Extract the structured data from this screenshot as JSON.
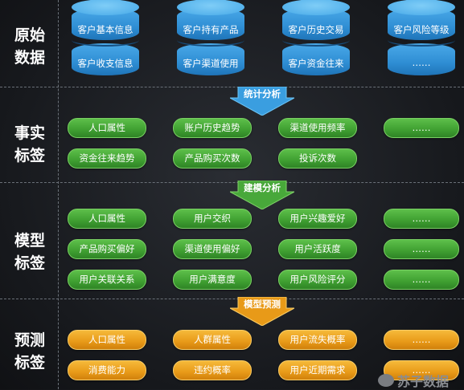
{
  "sections": {
    "raw": "原始\n数据",
    "fact": "事实\n标签",
    "model": "模型\n标签",
    "predict": "预测\n标签"
  },
  "databases": [
    {
      "top": "客户基本信息",
      "bottom": "客户收支信息"
    },
    {
      "top": "客户持有产品",
      "bottom": "客户渠道使用"
    },
    {
      "top": "客户历史交易",
      "bottom": "客户资金往来"
    },
    {
      "top": "客户风险等级",
      "bottom": "……"
    }
  ],
  "arrows": [
    "统计分析",
    "建模分析",
    "模型预测"
  ],
  "fact_tags": [
    [
      "人口属性",
      "账户历史趋势",
      "渠道使用频率",
      "……"
    ],
    [
      "资金往来趋势",
      "产品购买次数",
      "投诉次数"
    ]
  ],
  "model_tags": [
    [
      "人口属性",
      "用户交织",
      "用户兴趣爱好",
      "……"
    ],
    [
      "产品购买偏好",
      "渠道使用偏好",
      "用户活跃度",
      "……"
    ],
    [
      "用户关联关系",
      "用户满意度",
      "用户风险评分",
      "……"
    ]
  ],
  "predict_tags": [
    [
      "人口属性",
      "人群属性",
      "用户流失概率",
      "……"
    ],
    [
      "消费能力",
      "违约概率",
      "用户近期需求",
      "……"
    ]
  ],
  "watermark": "苏子数据",
  "colors": {
    "green": "#3f9f31",
    "orange": "#e89a18",
    "db_blue": "#2f8ed4",
    "background": "#17191d"
  }
}
